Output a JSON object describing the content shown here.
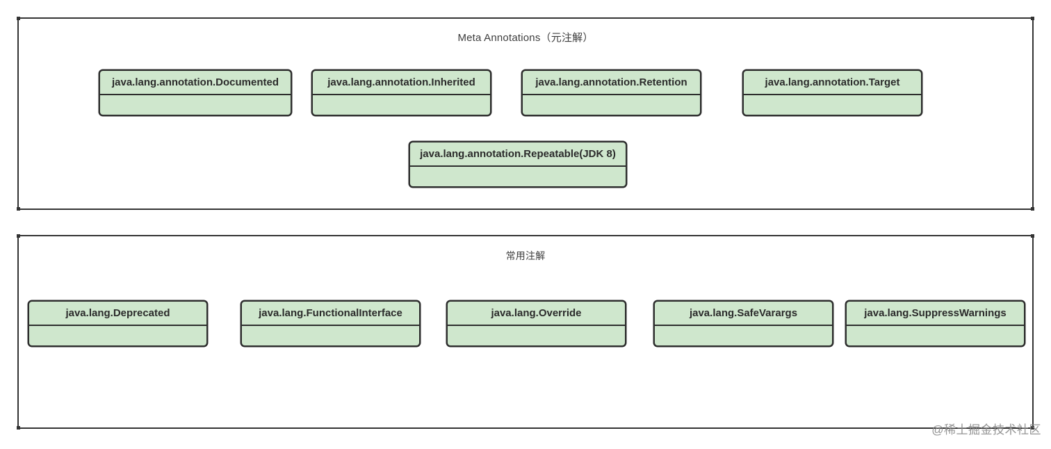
{
  "watermark": "@稀土掘金技术社区",
  "colors": {
    "box_fill": "#cfe7cd",
    "box_border": "#2d2d2d",
    "panel_border": "#333333",
    "box_text": "#2b2b2b",
    "title_text": "#3c3c3c",
    "watermark_text": "#8c8c8c"
  },
  "panels": [
    {
      "id": "meta",
      "title": "Meta Annotations（元注解）",
      "boxes": [
        {
          "label": "java.lang.annotation.Documented"
        },
        {
          "label": "java.lang.annotation.Inherited"
        },
        {
          "label": "java.lang.annotation.Retention"
        },
        {
          "label": "java.lang.annotation.Target"
        },
        {
          "label": "java.lang.annotation.Repeatable(JDK 8)"
        }
      ]
    },
    {
      "id": "common",
      "title": "常用注解",
      "boxes": [
        {
          "label": "java.lang.Deprecated"
        },
        {
          "label": "java.lang.FunctionalInterface"
        },
        {
          "label": "java.lang.Override"
        },
        {
          "label": "java.lang.SafeVarargs"
        },
        {
          "label": "java.lang.SuppressWarnings"
        }
      ]
    }
  ]
}
